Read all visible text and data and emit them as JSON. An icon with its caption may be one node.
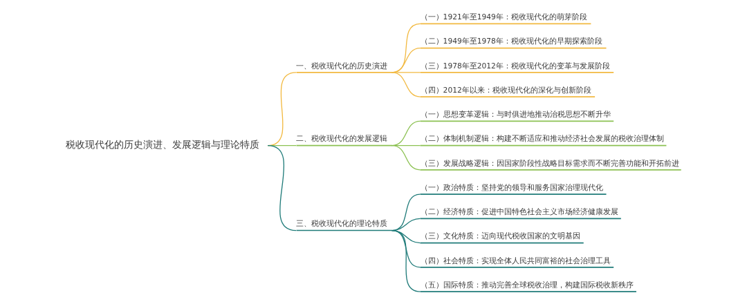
{
  "diagram": {
    "nodes": [
      {
        "text": [
          "税收现代化的历史演进、发展逻辑与理论特质"
        ]
      },
      {
        "text": [
          "一、税收现代化的历史演进"
        ]
      },
      {
        "text": [
          "（一）1921年至1949年：税收现代化的萌芽阶段"
        ]
      },
      {
        "text": [
          "（二）1949年至1978年：税收现代化的早期探索阶段"
        ]
      },
      {
        "text": [
          "（三）1978年至2012年：税收现代化的变革与发展阶段"
        ]
      },
      {
        "text": [
          "（四）2012年以来：税收现代化的深化与创新阶段"
        ]
      },
      {
        "text": [
          "二、税收现代化的发展逻辑"
        ]
      },
      {
        "text": [
          "（一）思想变革逻辑：与时俱进地推动治税思想不断升华"
        ]
      },
      {
        "text": [
          "（二）体制机制逻辑：构建不断适应和推动经济社会发展的税收治理体制"
        ]
      },
      {
        "text": [
          "（三）发展战略逻辑：因国家阶段性战略目标需求而不断完善功能和开拓前进"
        ]
      },
      {
        "text": [
          "三、税收现代化的理论特质"
        ]
      },
      {
        "text": [
          "（一）政治特质：坚持党的领导和服务国家治理现代化"
        ]
      },
      {
        "text": [
          "（二）经济特质：促进中国特色社会主义市场经济健康发展"
        ]
      },
      {
        "text": [
          "（三）文化特质：迈向现代税收国家的文明基因"
        ]
      },
      {
        "text": [
          "（四）社会特质：实现全体人民共同富裕的社会治理工具"
        ]
      },
      {
        "text": [
          "（五）国际特质：推动完善全球税收治理，构建国际税收新秩序"
        ]
      }
    ],
    "edges": [
      {
        "from": 0,
        "to": 1,
        "arrow": "none",
        "color": "#f2b940"
      },
      {
        "from": 1,
        "to": 2,
        "arrow": "none",
        "color": "#f2b940"
      },
      {
        "from": 1,
        "to": 3,
        "arrow": "none",
        "color": "#f2b940"
      },
      {
        "from": 1,
        "to": 4,
        "arrow": "none",
        "color": "#f2b940"
      },
      {
        "from": 1,
        "to": 5,
        "arrow": "none",
        "color": "#f2b940"
      },
      {
        "from": 0,
        "to": 6,
        "arrow": "none",
        "color": "#8cc152"
      },
      {
        "from": 6,
        "to": 7,
        "arrow": "none",
        "color": "#8cc152"
      },
      {
        "from": 6,
        "to": 8,
        "arrow": "none",
        "color": "#8cc152"
      },
      {
        "from": 6,
        "to": 9,
        "arrow": "none",
        "color": "#8cc152"
      },
      {
        "from": 0,
        "to": 10,
        "arrow": "none"
      },
      {
        "from": 10,
        "to": 11,
        "arrow": "none"
      },
      {
        "from": 10,
        "to": 12,
        "arrow": "none"
      },
      {
        "from": 10,
        "to": 13,
        "arrow": "none"
      },
      {
        "from": 10,
        "to": 14,
        "arrow": "none"
      },
      {
        "from": 10,
        "to": 15,
        "arrow": "none"
      }
    ]
  }
}
